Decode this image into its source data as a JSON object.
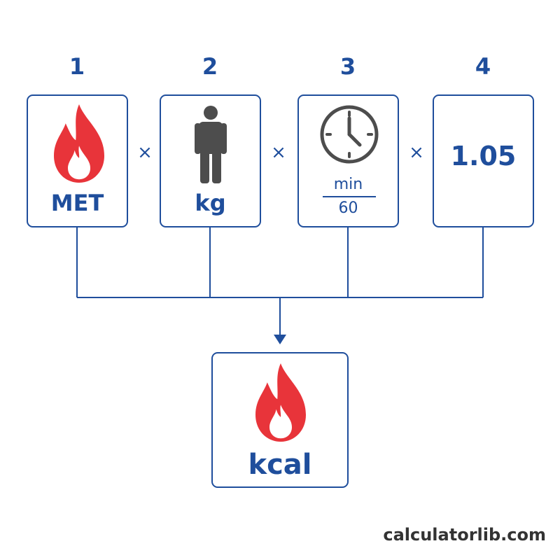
{
  "colors": {
    "accent": "#1f4e9c",
    "flame": "#e8343a",
    "figure": "#4d4d4d",
    "watermark": "#333333"
  },
  "steps": [
    {
      "number": "1",
      "label": "MET",
      "icon": "flame-icon"
    },
    {
      "number": "2",
      "label": "kg",
      "icon": "person-icon"
    },
    {
      "number": "3",
      "fraction_top": "min",
      "fraction_bottom": "60",
      "icon": "clock-icon"
    },
    {
      "number": "4",
      "label": "1.05"
    }
  ],
  "operators": [
    "×",
    "×",
    "×"
  ],
  "result": {
    "label": "kcal",
    "icon": "flame-icon"
  },
  "watermark": "calculatorlib.com"
}
